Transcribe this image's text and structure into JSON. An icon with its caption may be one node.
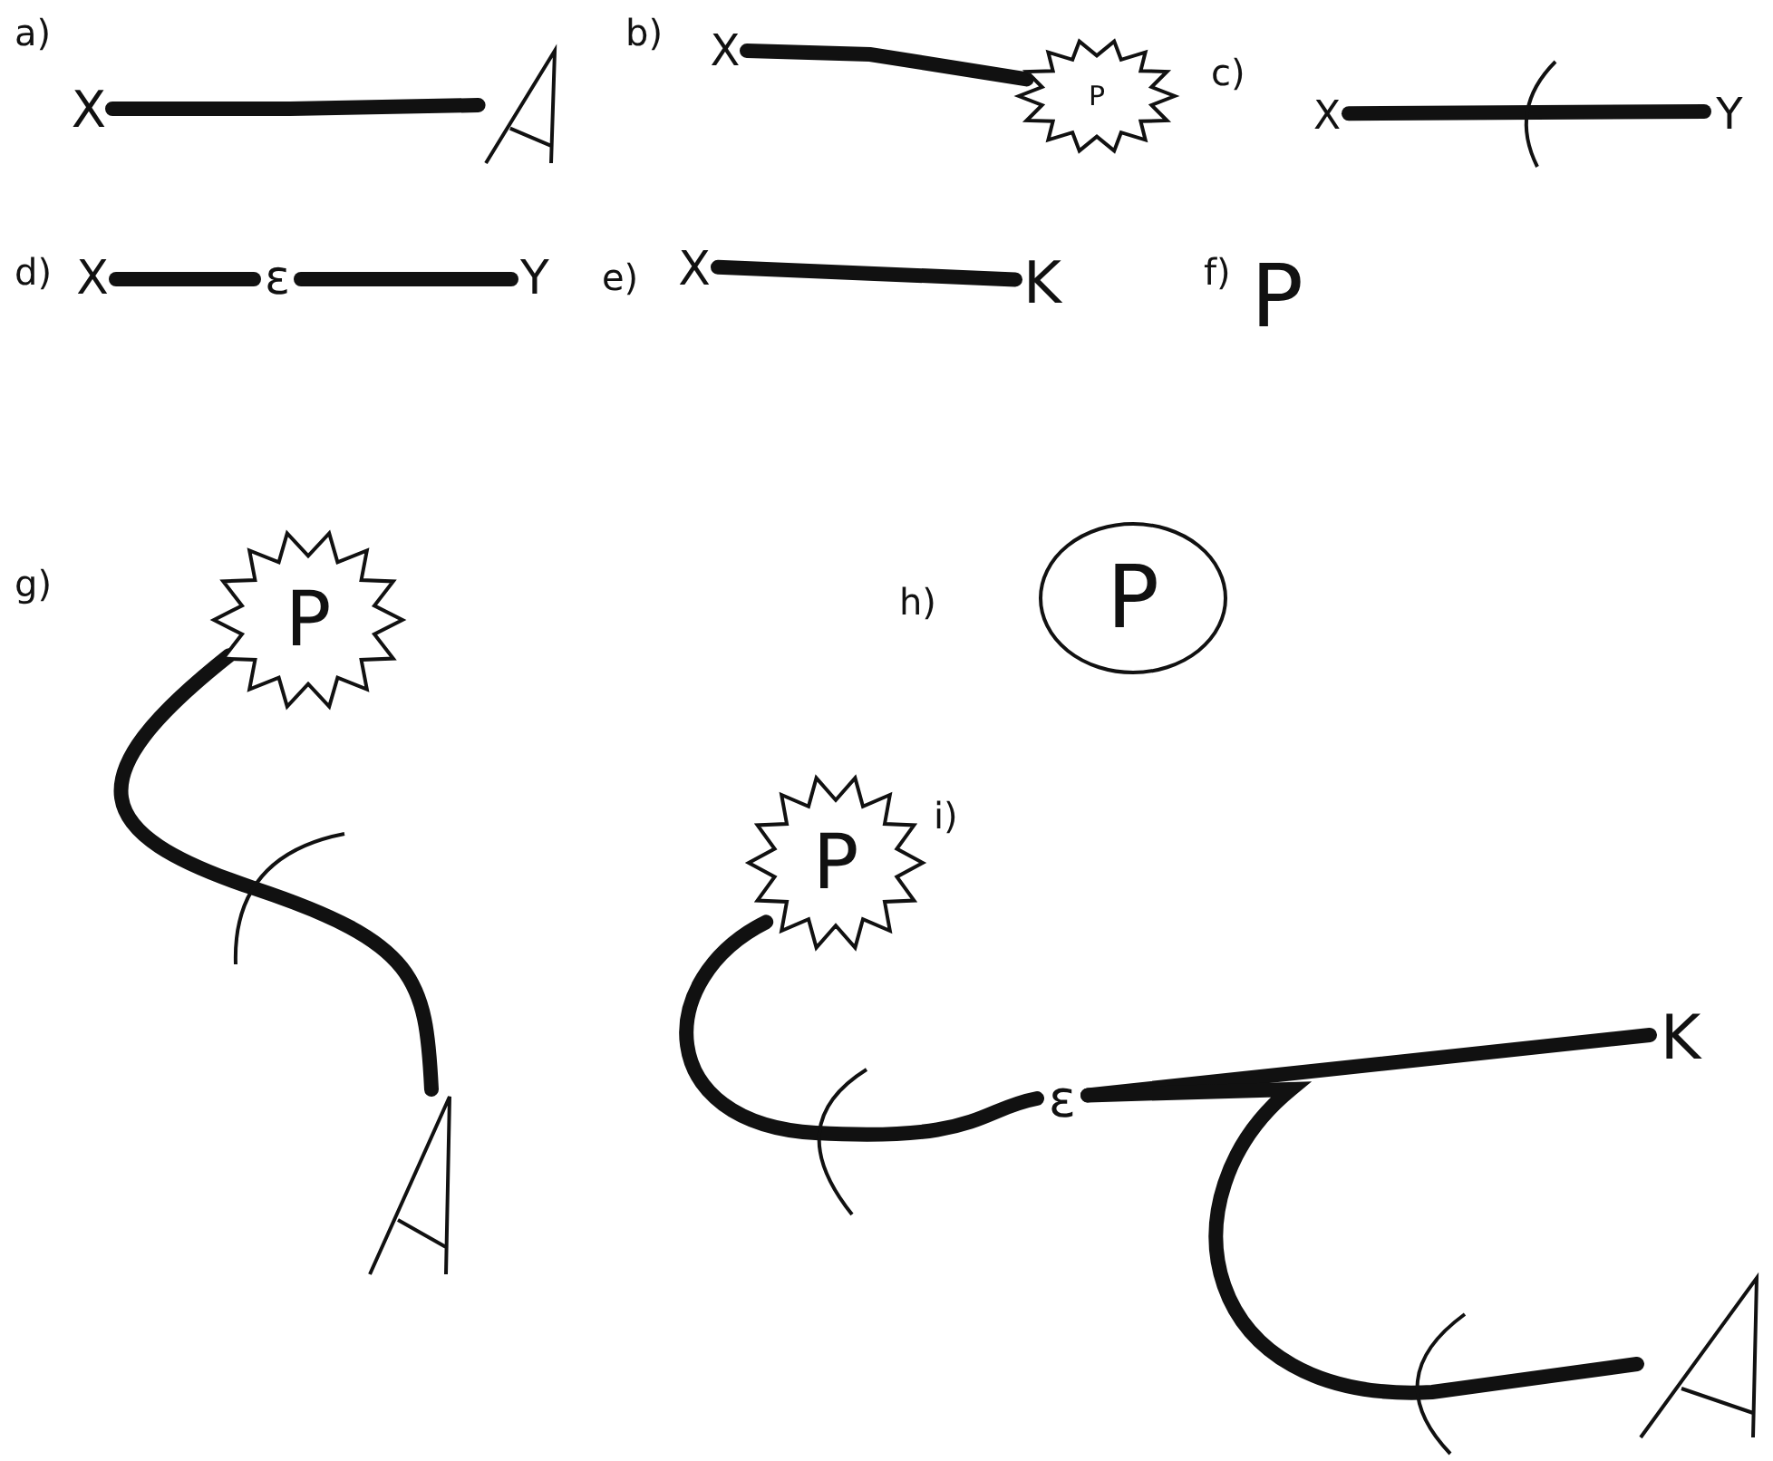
{
  "diagram": {
    "nodes": [
      {
        "text": [
          "X"
        ]
      },
      {
        "text": [],
        "shape": "picture"
      },
      {
        "text": [
          "X"
        ]
      },
      {
        "text": [
          "P"
        ]
      },
      {
        "text": [
          "X"
        ]
      },
      {
        "text": [
          "Y"
        ]
      },
      {
        "text": [
          "X"
        ]
      },
      {
        "text": [
          "ε"
        ]
      },
      {
        "text": [
          "Y"
        ]
      },
      {
        "text": [
          "X"
        ]
      },
      {
        "text": [
          "K"
        ]
      },
      {
        "text": [
          "P"
        ]
      },
      {
        "text": [],
        "shape": "picture"
      },
      {
        "text": [
          "P"
        ]
      },
      {
        "text": [
          "P"
        ]
      },
      {
        "text": [
          "ε"
        ]
      },
      {
        "text": [
          "K"
        ]
      },
      {
        "text": [],
        "shape": "picture"
      }
    ],
    "edges": [
      {
        "from": 0,
        "to": 1,
        "arrow": "none"
      },
      {
        "from": 2,
        "to": 3,
        "arrow": "none"
      },
      {
        "from": 4,
        "to": 5,
        "arrow": "none"
      },
      {
        "from": 6,
        "to": 7,
        "arrow": "none"
      },
      {
        "from": 7,
        "to": 8,
        "arrow": "none"
      },
      {
        "from": 9,
        "to": 10,
        "arrow": "none"
      },
      {
        "from": 11,
        "to": 12,
        "arrow": "none"
      },
      {
        "from": 14,
        "to": 15,
        "arrow": "none"
      },
      {
        "from": 15,
        "to": 16,
        "arrow": "none"
      },
      {
        "from": 15,
        "to": 17,
        "arrow": "none"
      }
    ],
    "labels": [
      "a)",
      "b)",
      "c)",
      "d)",
      "e)",
      "f)",
      "P",
      "g)",
      "h)",
      "i)"
    ]
  }
}
